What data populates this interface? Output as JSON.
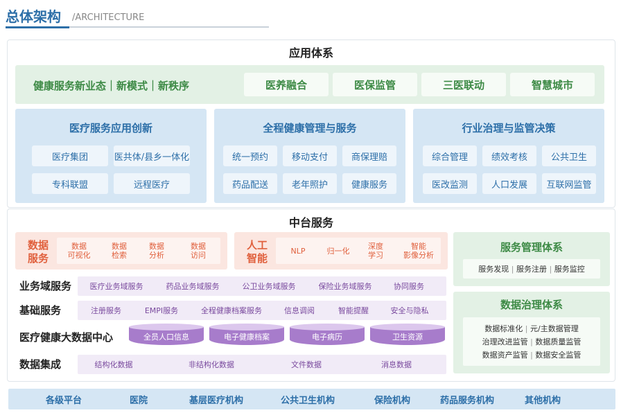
{
  "header": {
    "title": "总体架构",
    "subtitle": "/ARCHITECTURE"
  },
  "app_layer": {
    "title": "应用体系",
    "slogan": "健康服务新业态｜新模式｜新秩序",
    "tags": [
      "医养融合",
      "医保监管",
      "三医联动",
      "智慧城市"
    ],
    "panels": [
      {
        "title": "医疗服务应用创新",
        "items": [
          "医疗集团",
          "医共体/县乡一体化",
          "专科联盟",
          "远程医疗"
        ]
      },
      {
        "title": "全程健康管理与服务",
        "items": [
          "统一预约",
          "移动支付",
          "商保理赔",
          "药品配送",
          "老年照护",
          "健康服务"
        ]
      },
      {
        "title": "行业治理与监管决策",
        "items": [
          "综合管理",
          "绩效考核",
          "公共卫生",
          "医改监测",
          "人口发展",
          "互联网监管"
        ]
      }
    ]
  },
  "middle": {
    "title": "中台服务",
    "data_service": {
      "title1": "数据",
      "title2": "服务",
      "items": [
        [
          "数据",
          "可视化"
        ],
        [
          "数据",
          "检索"
        ],
        [
          "数据",
          "分析"
        ],
        [
          "数据",
          "访问"
        ]
      ]
    },
    "ai": {
      "title1": "人工",
      "title2": "智能",
      "items": [
        [
          "NLP",
          ""
        ],
        [
          "归一化",
          ""
        ],
        [
          "深度",
          "学习"
        ],
        [
          "智能",
          "影像分析"
        ]
      ]
    },
    "rows": [
      {
        "label": "业务域服务",
        "items": [
          "医疗业务域服务",
          "药品业务域服务",
          "公卫业务域服务",
          "保险业务域服务",
          "协同服务"
        ]
      },
      {
        "label": "基础服务",
        "items": [
          "注册服务",
          "EMPI服务",
          "全程健康档案服务",
          "信息调阅",
          "智能提醒",
          "安全与隐私"
        ]
      },
      {
        "label": "医疗健康大数据中心",
        "items": [
          "全员人口信息",
          "电子健康档案",
          "电子病历",
          "卫生资源"
        ]
      },
      {
        "label": "数据集成",
        "items": [
          "结构化数据",
          "非结构化数据",
          "文件数据",
          "消息数据"
        ]
      }
    ],
    "service_mgmt": {
      "title": "服务管理体系",
      "items": [
        "服务发现",
        "服务注册",
        "服务监控"
      ]
    },
    "data_gov": {
      "title": "数据治理体系",
      "lines": [
        [
          "数据标准化",
          "元/主数据管理"
        ],
        [
          "治理改进监管",
          "数据质量监管"
        ],
        [
          "数据资产监管",
          "数据安全监管"
        ]
      ]
    }
  },
  "bottom": {
    "items": [
      "各级平台",
      "医院",
      "基层医疗机构",
      "公共卫生机构",
      "保险机构",
      "药品服务机构",
      "其他机构"
    ]
  },
  "colors": {
    "blue": "#2d6fa8",
    "green": "#3d8a45",
    "orange": "#e0603d",
    "purple": "#7a4a9e",
    "cylinder": "#a77ccb"
  }
}
